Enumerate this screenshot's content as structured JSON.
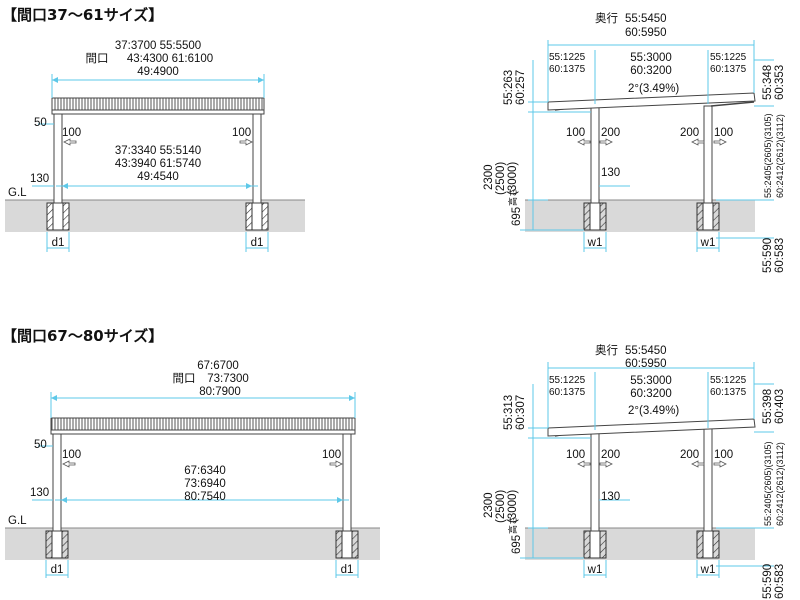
{
  "section1": {
    "title": "【間口37～61サイズ】",
    "front": {
      "overall_width": [
        "37:3700  55:5500",
        "43:4300  61:6100",
        "49:4900"
      ],
      "width_label": "間口",
      "inner_width": [
        "37:3340  55:5140",
        "43:3940  61:5740",
        "49:4540"
      ],
      "dim_50": "50",
      "dim_100_left": "100",
      "dim_100_right": "100",
      "dim_130": "130",
      "gl": "G.L",
      "d1_left": "d1",
      "d1_right": "d1"
    },
    "side": {
      "depth_label": "奥行",
      "depth_values": [
        "55:5450",
        "60:5950"
      ],
      "seg_left": [
        "55:1225",
        "60:1375"
      ],
      "seg_mid": [
        "55:3000",
        "60:3200"
      ],
      "seg_right": [
        "55:1225",
        "60:1375"
      ],
      "slope": "2°(3.49%)",
      "left_top": [
        "55:263",
        "60:257"
      ],
      "right_top": [
        "55:348",
        "60:353"
      ],
      "height_values": [
        "2300",
        "(2500)",
        "(3000)"
      ],
      "height_label": "高さ",
      "right_height": [
        "55:2405(2605)(3105)",
        "60:2412(2612)(3112)"
      ],
      "dim_100a": "100",
      "dim_200a": "200",
      "dim_200b": "200",
      "dim_100b": "100",
      "dim_130": "130",
      "dim_695": "695",
      "w1_left": "w1",
      "w1_right": "w1",
      "bottom_right": [
        "55:590",
        "60:583"
      ]
    }
  },
  "section2": {
    "title": "【間口67～80サイズ】",
    "front": {
      "overall_width": [
        "67:6700",
        "73:7300",
        "80:7900"
      ],
      "width_label": "間口",
      "inner_width": [
        "67:6340",
        "73:6940",
        "80:7540"
      ],
      "dim_50": "50",
      "dim_100_left": "100",
      "dim_100_right": "100",
      "dim_130": "130",
      "gl": "G.L",
      "d1_left": "d1",
      "d1_right": "d1"
    },
    "side": {
      "depth_label": "奥行",
      "depth_values": [
        "55:5450",
        "60:5950"
      ],
      "seg_left": [
        "55:1225",
        "60:1375"
      ],
      "seg_mid": [
        "55:3000",
        "60:3200"
      ],
      "seg_right": [
        "55:1225",
        "60:1375"
      ],
      "slope": "2°(3.49%)",
      "left_top": [
        "55:313",
        "60:307"
      ],
      "right_top": [
        "55:398",
        "60:403"
      ],
      "height_values": [
        "2300",
        "(2500)",
        "(3000)"
      ],
      "height_label": "高さ",
      "right_height": [
        "55:2405(2605)(3105)",
        "60:2412(2612)(3112)"
      ],
      "dim_100a": "100",
      "dim_200a": "200",
      "dim_200b": "200",
      "dim_100b": "100",
      "dim_130": "130",
      "dim_695": "695",
      "w1_left": "w1",
      "w1_right": "w1",
      "bottom_right": [
        "55:590",
        "60:583"
      ]
    }
  }
}
